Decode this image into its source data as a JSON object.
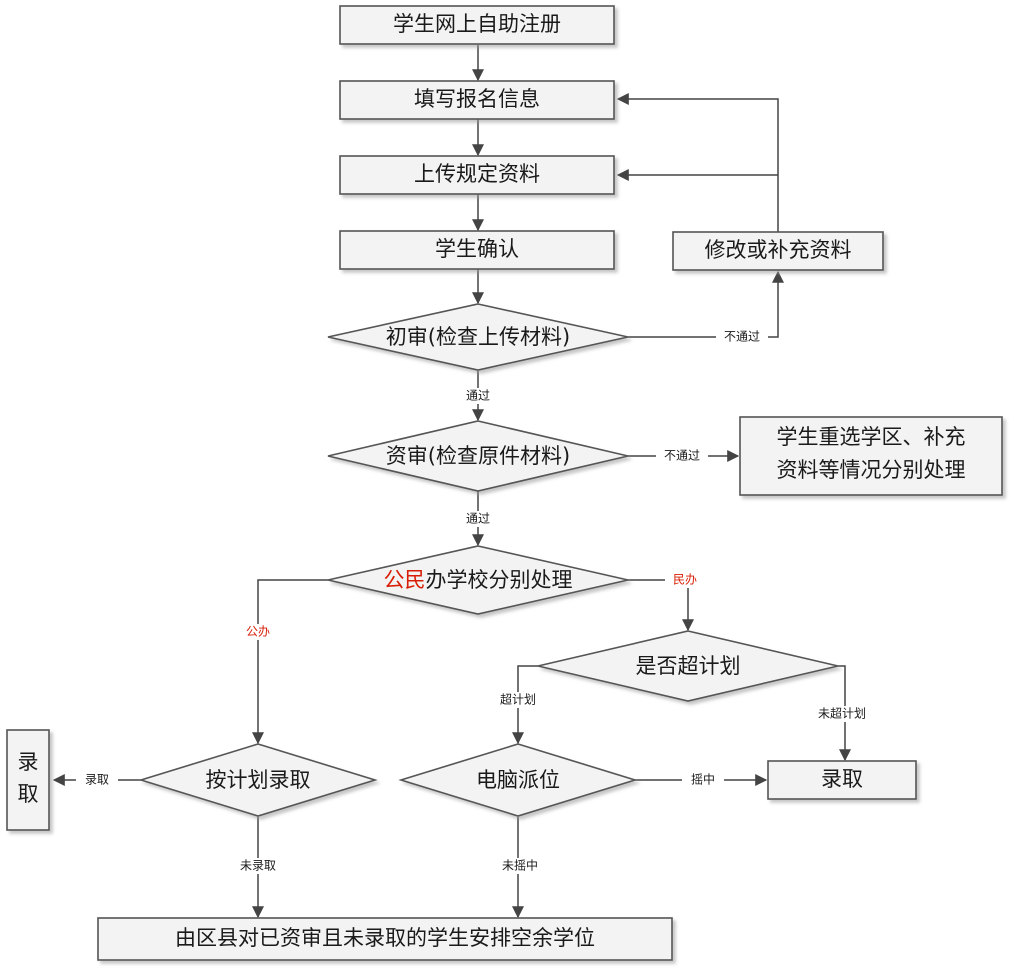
{
  "nodes": {
    "register": "学生网上自助注册",
    "fill_info": "填写报名信息",
    "upload": "上传规定资料",
    "confirm": "学生确认",
    "prelim": "初审(检查上传材料)",
    "modify": "修改或补充资料",
    "review": "资审(检查原件材料)",
    "reselect_line1": "学生重选学区、补充",
    "reselect_line2": "资料等情况分别处理",
    "school_type_red": "公民",
    "school_type_rest": "办学校分别处理",
    "over_plan": "是否超计划",
    "plan_admit": "按计划录取",
    "lottery": "电脑派位",
    "admit_left": "录取",
    "admit_right": "录取",
    "assign": "由区县对已资审且未录取的学生安排空余学位"
  },
  "edges": {
    "prelim_fail": "不通过",
    "prelim_pass": "通过",
    "review_fail": "不通过",
    "review_pass": "通过",
    "public": "公办",
    "private": "民办",
    "over": "超计划",
    "not_over": "未超计划",
    "admitted": "录取",
    "not_admitted": "未录取",
    "won": "摇中",
    "not_won": "未摇中"
  },
  "colors": {
    "box_fill": "#f3f3f3",
    "box_stroke": "#555555",
    "line": "#444444",
    "accent_red": "#d81e06"
  }
}
